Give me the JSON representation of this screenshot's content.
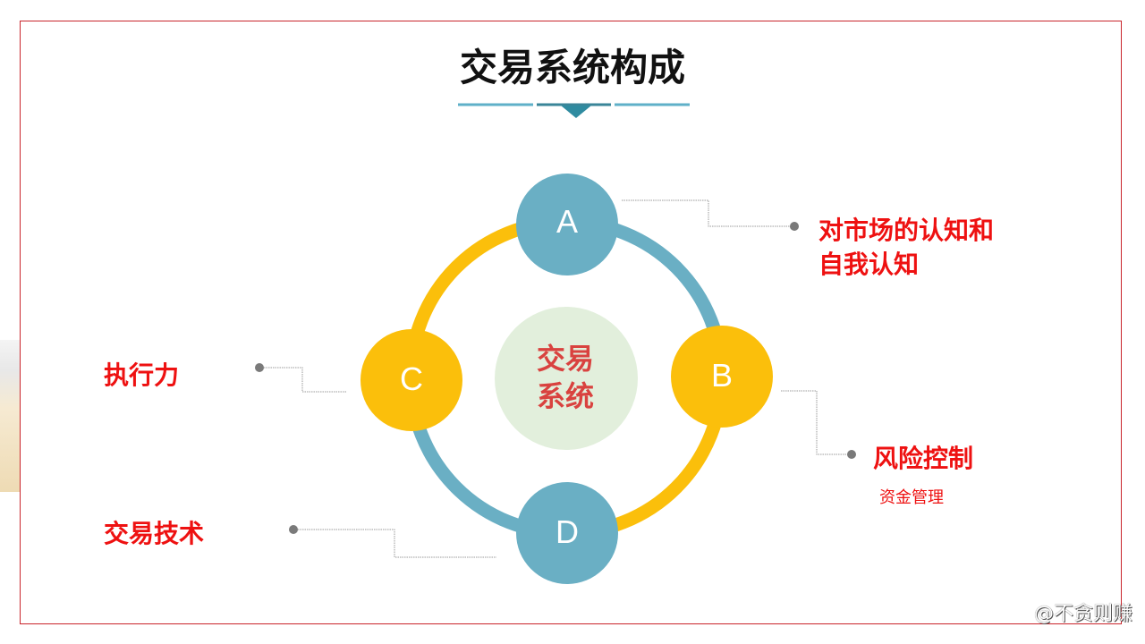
{
  "title": "交易系统构成",
  "center": {
    "line1": "交易",
    "line2": "系统"
  },
  "nodes": {
    "a": "A",
    "b": "B",
    "c": "C",
    "d": "D"
  },
  "labels": {
    "a_line1": "对市场的认知和",
    "a_line2": "自我认知",
    "b": "风险控制",
    "b_sub": "资金管理",
    "c": "执行力",
    "d": "交易技术"
  },
  "watermark": "@不贪则赚",
  "colors": {
    "blue": "#6aafc4",
    "yellow": "#fbbf0b",
    "red": "#ee1111",
    "frame": "#c9252c"
  }
}
